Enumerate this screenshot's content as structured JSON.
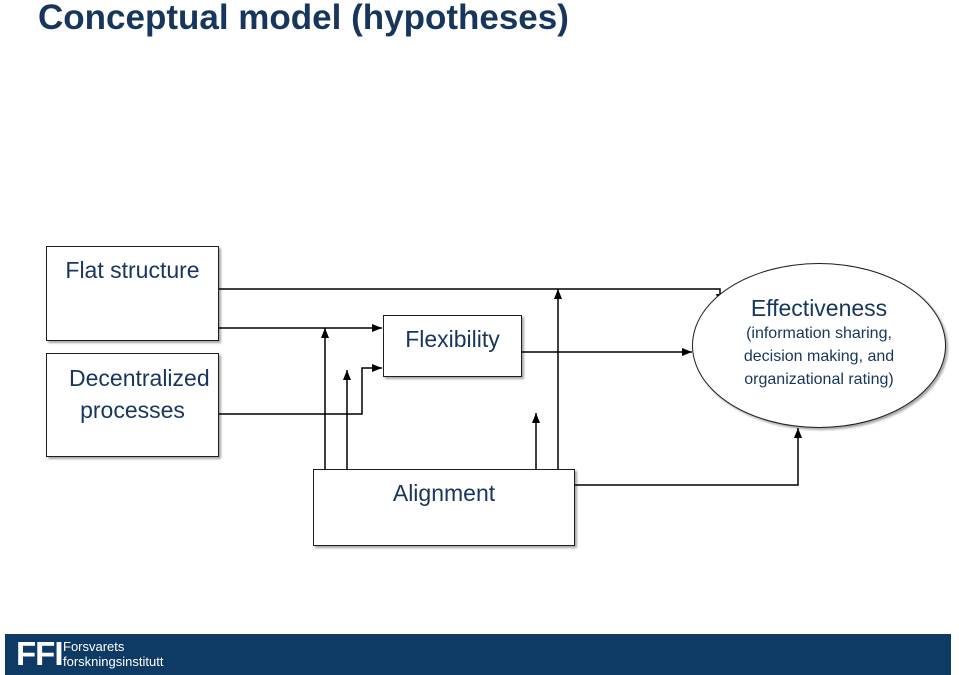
{
  "title": "Conceptual model (hypotheses)",
  "nodes": {
    "flat_structure": "Flat structure",
    "decentralized": "Decentralized processes",
    "flexibility": "Flexibility",
    "alignment": "Alignment",
    "effectiveness": {
      "title": "Effectiveness",
      "detail": "(information sharing, decision making, and organizational rating)"
    }
  },
  "footer": {
    "logo": "FFI",
    "org_line1": "Forsvarets",
    "org_line2": "forskningsinstitutt"
  },
  "colors": {
    "title": "#17365d",
    "text": "#17365d",
    "footer_bg": "#0e3a66",
    "lines": "#000000"
  }
}
